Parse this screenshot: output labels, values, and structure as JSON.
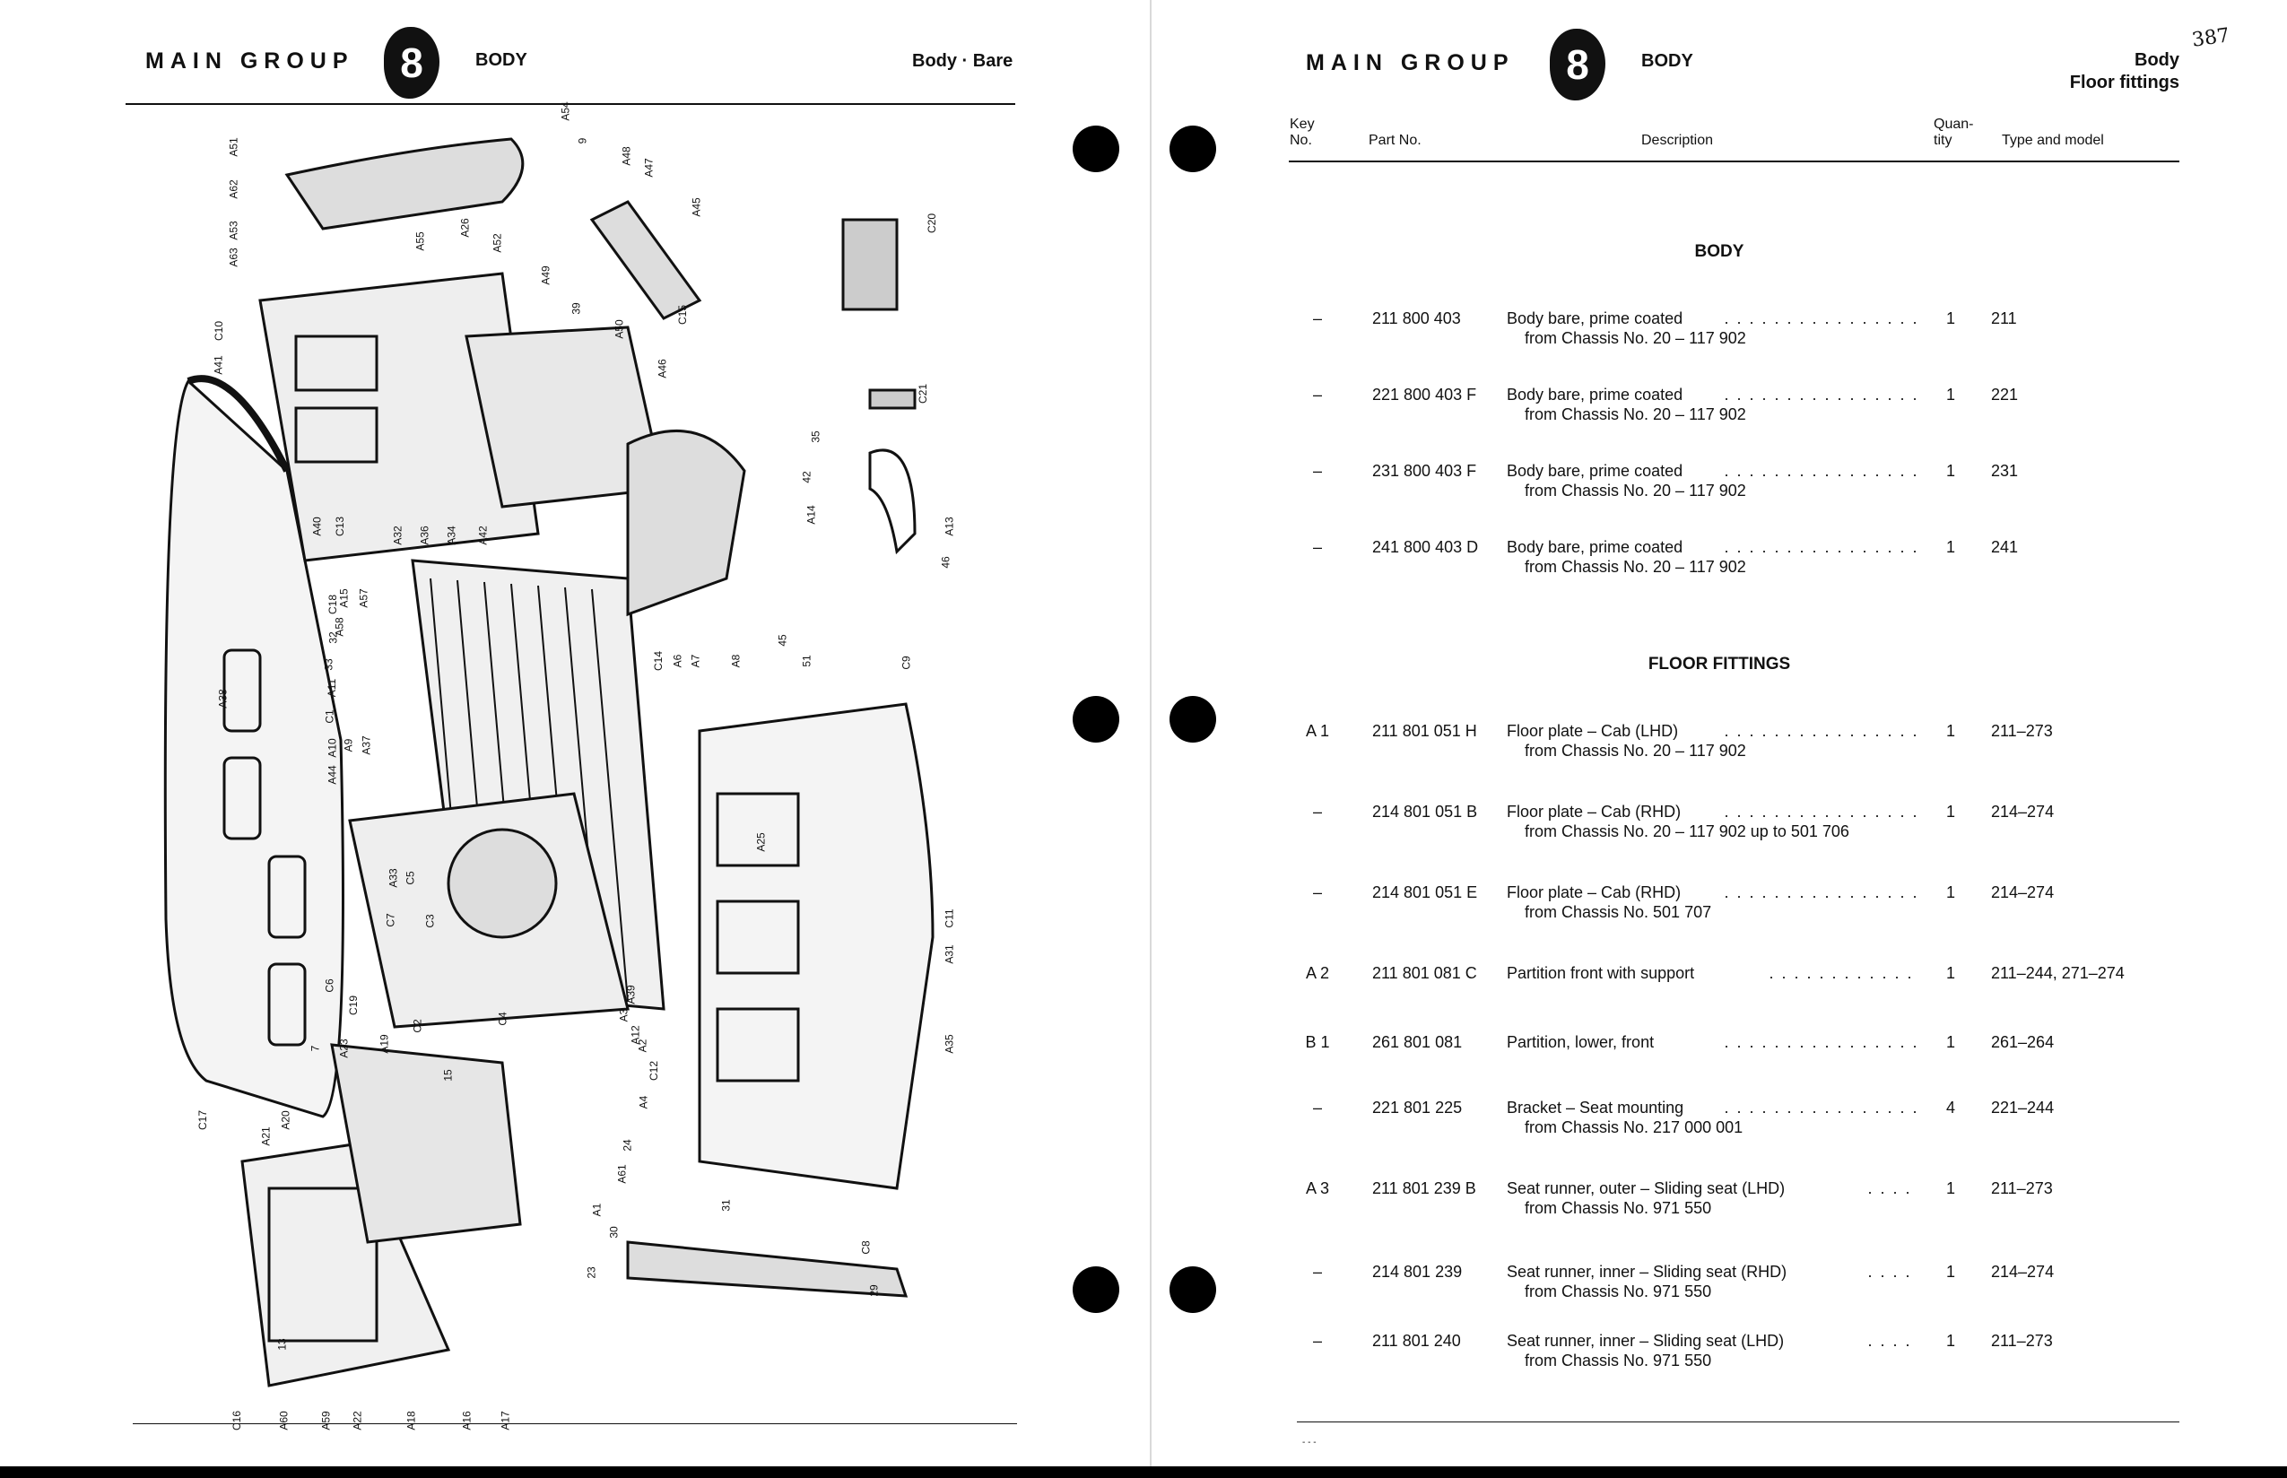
{
  "left_page": {
    "main_group_label": "MAIN GROUP",
    "group_number": "8",
    "section": "BODY",
    "subtitle": "Body · Bare",
    "callouts": [
      "A51",
      "A62",
      "A53",
      "A63",
      "C10",
      "A41",
      "A40",
      "C13",
      "A32",
      "A36",
      "A34",
      "A42",
      "A55",
      "A26",
      "A52",
      "A54",
      "9",
      "A48",
      "A47",
      "A45",
      "A49",
      "39",
      "A50",
      "A46",
      "C15",
      "C20",
      "C21",
      "35",
      "42",
      "A14",
      "A13",
      "46",
      "45",
      "A15",
      "A57",
      "A58",
      "C18",
      "32",
      "33",
      "A11",
      "C1",
      "A10",
      "A44",
      "A9",
      "A37",
      "A38",
      "C14",
      "A6",
      "A7",
      "A8",
      "51",
      "C9",
      "A25",
      "C11",
      "A31",
      "A35",
      "A33",
      "C5",
      "C7",
      "C3",
      "C6",
      "C19",
      "C2",
      "C4",
      "A3",
      "A39",
      "A12",
      "A2",
      "C12",
      "A4",
      "24",
      "A61",
      "A1",
      "30",
      "31",
      "C8",
      "29",
      "23",
      "15",
      "7",
      "A23",
      "A19",
      "A21",
      "A20",
      "C17",
      "C16",
      "A60",
      "A59",
      "A22",
      "A18",
      "A16",
      "A17",
      "13"
    ]
  },
  "right_page": {
    "main_group_label": "MAIN GROUP",
    "group_number": "8",
    "section": "BODY",
    "subtitle_line1": "Body",
    "subtitle_line2": "Floor fittings",
    "page_mark": "387",
    "columns": {
      "key_no": "Key No.",
      "key_no_l1": "Key",
      "key_no_l2": "No.",
      "part_no": "Part No.",
      "description": "Description",
      "quantity_l1": "Quan-",
      "quantity_l2": "tity",
      "type_model": "Type and model"
    },
    "sections": [
      {
        "title": "BODY",
        "rows": [
          {
            "key": "–",
            "part": "211 800 403",
            "desc": "Body bare, prime coated",
            "sub": "from Chassis No. 20 – 117 902",
            "qty": "1",
            "type": "211"
          },
          {
            "key": "–",
            "part": "221 800 403 F",
            "desc": "Body bare, prime coated",
            "sub": "from Chassis No. 20 – 117 902",
            "qty": "1",
            "type": "221"
          },
          {
            "key": "–",
            "part": "231 800 403 F",
            "desc": "Body bare, prime coated",
            "sub": "from Chassis No. 20 – 117 902",
            "qty": "1",
            "type": "231"
          },
          {
            "key": "–",
            "part": "241 800 403 D",
            "desc": "Body bare, prime coated",
            "sub": "from Chassis No. 20 – 117 902",
            "qty": "1",
            "type": "241"
          }
        ]
      },
      {
        "title": "FLOOR FITTINGS",
        "rows": [
          {
            "key": "A 1",
            "part": "211 801 051 H",
            "desc": "Floor plate – Cab (LHD)",
            "sub": "from Chassis No. 20 – 117 902",
            "qty": "1",
            "type": "211–273"
          },
          {
            "key": "–",
            "part": "214 801 051 B",
            "desc": "Floor plate – Cab (RHD)",
            "sub": "from Chassis No. 20 – 117 902 up to 501 706",
            "qty": "1",
            "type": "214–274"
          },
          {
            "key": "–",
            "part": "214 801 051 E",
            "desc": "Floor plate – Cab (RHD)",
            "sub": "from Chassis No. 501 707",
            "qty": "1",
            "type": "214–274"
          },
          {
            "key": "A 2",
            "part": "211 801 081 C",
            "desc": "Partition front with support",
            "sub": "",
            "qty": "1",
            "type": "211–244, 271–274"
          },
          {
            "key": "B 1",
            "part": "261 801 081",
            "desc": "Partition, lower, front",
            "sub": "",
            "qty": "1",
            "type": "261–264"
          },
          {
            "key": "–",
            "part": "221 801 225",
            "desc": "Bracket – Seat mounting",
            "sub": "from Chassis No. 217 000 001",
            "qty": "4",
            "type": "221–244"
          },
          {
            "key": "A 3",
            "part": "211 801 239 B",
            "desc": "Seat runner, outer – Sliding seat (LHD)",
            "sub": "from Chassis No. 971 550",
            "qty": "1",
            "type": "211–273"
          },
          {
            "key": "–",
            "part": "214 801 239",
            "desc": "Seat runner, inner – Sliding seat (RHD)",
            "sub": "from Chassis No. 971 550",
            "qty": "1",
            "type": "214–274"
          },
          {
            "key": "–",
            "part": "211 801 240",
            "desc": "Seat runner, inner – Sliding seat (LHD)",
            "sub": "from Chassis No. 971 550",
            "qty": "1",
            "type": "211–273"
          }
        ]
      }
    ]
  }
}
